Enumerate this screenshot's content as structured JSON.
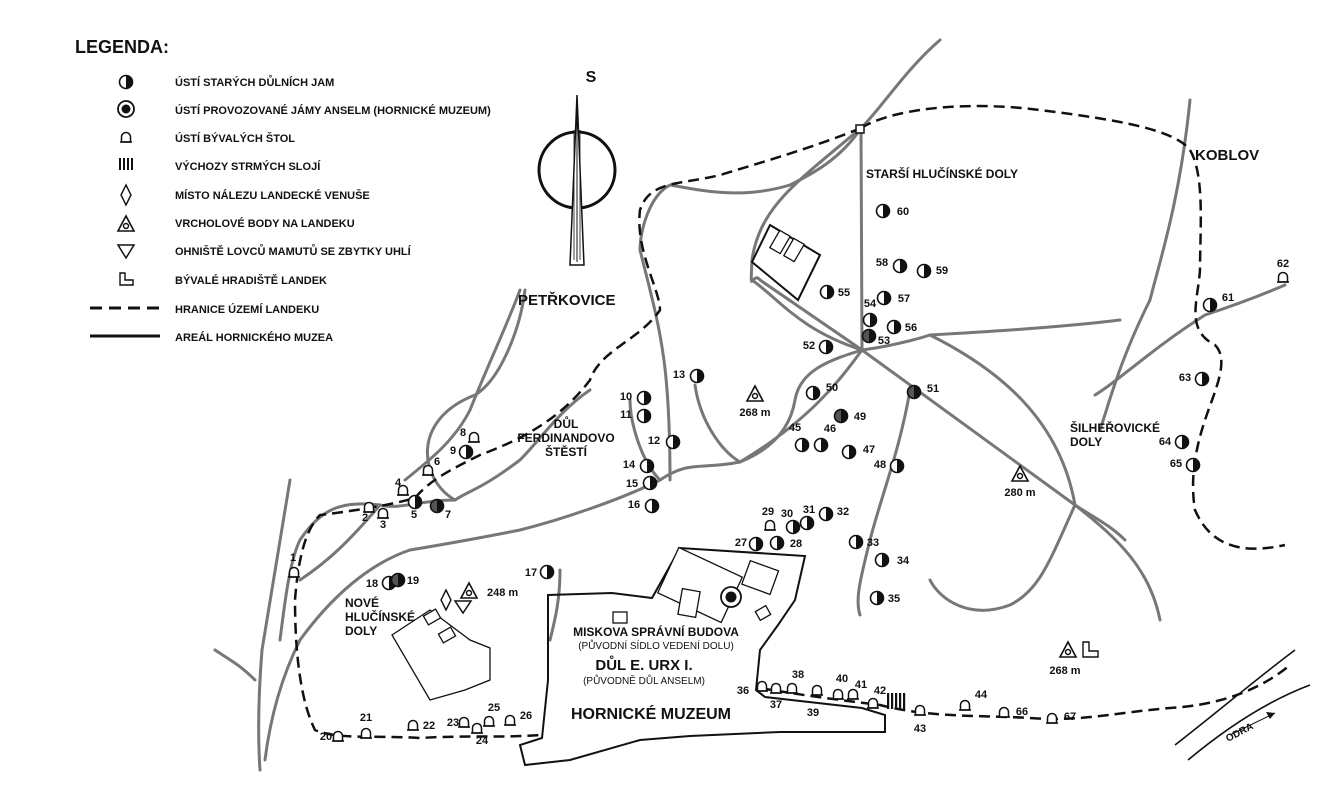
{
  "colors": {
    "road": "#777777",
    "ink": "#111111",
    "shaft_fill": "#555555"
  },
  "legend": {
    "title": "LEGENDA:",
    "items": [
      {
        "icon": "old-shaft-icon",
        "label": "ÚSTÍ STARÝCH DŮLNÍCH JAM"
      },
      {
        "icon": "anselm-shaft-icon",
        "label": "ÚSTÍ PROVOZOVANÉ JÁMY ANSELM (HORNICKÉ MUZEUM)"
      },
      {
        "icon": "adit-icon",
        "label": "ÚSTÍ BÝVALÝCH ŠTOL"
      },
      {
        "icon": "seam-outcrop-icon",
        "label": "VÝCHOZY STRMÝCH SLOJÍ"
      },
      {
        "icon": "venus-find-icon",
        "label": "MÍSTO NÁLEZU LANDECKÉ VENUŠE"
      },
      {
        "icon": "summit-icon",
        "label": "VRCHOLOVÉ BODY NA LANDEKU"
      },
      {
        "icon": "hearth-icon",
        "label": "OHNIŠTĚ LOVCŮ MAMUTŮ SE ZBYTKY UHLÍ"
      },
      {
        "icon": "hillfort-icon",
        "label": "BÝVALÉ HRADIŠTĚ LANDEK"
      },
      {
        "icon": "dashed-line-icon",
        "label": "HRANICE ÚZEMÍ LANDEKU"
      },
      {
        "icon": "solid-line-icon",
        "label": "AREÁL HORNICKÉHO MUZEA"
      }
    ]
  },
  "compass": {
    "label": "S"
  },
  "places": {
    "petrkovice": "PETŘKOVICE",
    "koblov": "KOBLOV",
    "starsi_1": "STARŠÍ HLUČÍNSKÉ DOLY",
    "dul_1": "DŮL",
    "dul_2": "FERDINANDOVO",
    "dul_3": "ŠTĚSTÍ",
    "nove_1": "NOVÉ",
    "nove_2": "HLUČÍNSKÉ",
    "nove_3": "DOLY",
    "silh_1": "ŠILHEŘOVICKÉ",
    "silh_2": "DOLY",
    "miskova": "MISKOVA SPRÁVNÍ BUDOVA",
    "miskova_sub": "(PŮVODNÍ SÍDLO VEDENÍ DOLU)",
    "urx": "DŮL E. URX I.",
    "urx_sub": "(PŮVODNĚ DŮL ANSELM)",
    "muzeum": "HORNICKÉ MUZEUM",
    "odra": "ODRA"
  },
  "elevations": {
    "e268a": "268 m",
    "e280": "280 m",
    "e248": "248 m",
    "e268b": "268 m"
  },
  "markers": {
    "old_shafts": [
      "5",
      "9",
      "10",
      "11",
      "12",
      "13",
      "14",
      "15",
      "16",
      "17",
      "18",
      "27",
      "28",
      "30",
      "31",
      "32",
      "33",
      "34",
      "35",
      "45",
      "46",
      "47",
      "48",
      "50",
      "52",
      "54",
      "55",
      "56",
      "57",
      "58",
      "59",
      "60",
      "61",
      "63",
      "64",
      "65"
    ],
    "dark_shafts": [
      "7",
      "19",
      "49",
      "51",
      "53"
    ],
    "adits": [
      "1",
      "2",
      "3",
      "4",
      "6",
      "8",
      "20",
      "21",
      "22",
      "23",
      "24",
      "25",
      "26",
      "29",
      "36",
      "37",
      "38",
      "39",
      "40",
      "41",
      "42",
      "43",
      "44",
      "62",
      "66",
      "67"
    ]
  }
}
